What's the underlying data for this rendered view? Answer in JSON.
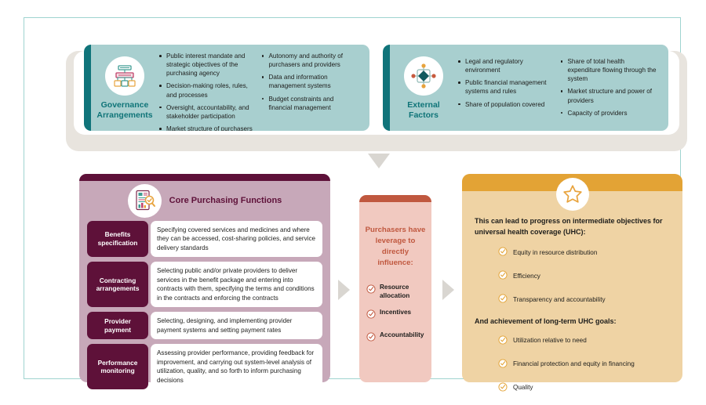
{
  "diagram": {
    "top_boxes": [
      {
        "id": "governance",
        "label": "Governance\nArrangements",
        "label_line1": "Governance",
        "label_line2": "Arrangements",
        "icon": "org-chart-icon",
        "col1": [
          "Public interest mandate and strategic objectives of the purchasing agency",
          "Decision-making roles, rules, and processes",
          "Oversight, accountability, and stakeholder participation",
          "Market structure of purchasers"
        ],
        "col2": [
          "Autonomy and authority of purchasers and providers",
          "Data and information management systems",
          "Budget constraints and financial management"
        ]
      },
      {
        "id": "external",
        "label_line1": "External",
        "label_line2": "Factors",
        "icon": "network-nodes-icon",
        "col1": [
          "Legal and regulatory environment",
          "Public financial management systems and rules",
          "Share of population covered"
        ],
        "col2": [
          "Share of total health expenditure flowing through the system",
          "Market structure and power of providers",
          "Capacity of providers"
        ]
      }
    ],
    "core": {
      "title": "Core Purchasing Functions",
      "icon": "document-magnifier-icon",
      "functions": [
        {
          "key": "Benefits\nspecification",
          "key_line1": "Benefits",
          "key_line2": "specification",
          "value": "Specifying covered services and medicines and where they can be accessed, cost-sharing policies, and service delivery standards"
        },
        {
          "key_line1": "Contracting",
          "key_line2": "arrangements",
          "value": "Selecting public and/or private providers to deliver services in the benefit package and entering into contracts with them, specifying the terms and conditions in the contracts and enforcing the contracts"
        },
        {
          "key_line1": "Provider",
          "key_line2": "payment",
          "value": "Selecting, designing, and implementing provider payment systems and setting payment rates"
        },
        {
          "key_line1": "Performance",
          "key_line2": "monitoring",
          "value": "Assessing provider performance, providing feedback for improvement, and carrying out system-level analysis of utilization, quality, and so forth to inform purchasing decisions"
        }
      ]
    },
    "leverage": {
      "title": "Purchasers have leverage to directly influence:",
      "items": [
        "Resource allocation",
        "Incentives",
        "Accountability"
      ]
    },
    "uhc": {
      "icon": "star-icon",
      "heading_intermediate": "This can lead to progress on intermediate objectives for universal health coverage (UHC):",
      "intermediate": [
        "Equity in resource distribution",
        "Efficiency",
        "Transparency and accountability"
      ],
      "heading_goals": "And achievement of long-term UHC goals:",
      "goals": [
        "Utilization relative to need",
        "Financial protection and equity in financing",
        "Quality"
      ]
    },
    "colors": {
      "teal_box": "#a8cfcf",
      "teal_spine": "#10747a",
      "teal_text": "#0f7478",
      "maroon": "#5e1139",
      "mauve": "#c7a8b9",
      "pink": "#f1c9c0",
      "rust": "#c0583f",
      "orange_header": "#e3a335",
      "orange_body": "#efd3a4",
      "bracket": "#e8e4de",
      "arrow_gray": "#d9d6d1",
      "frame_border": "#9fd4d0"
    }
  }
}
